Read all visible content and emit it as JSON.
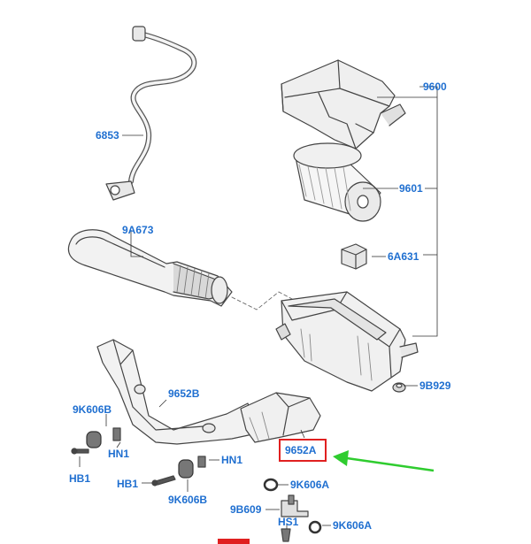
{
  "colors": {
    "label": "#1f6fd0",
    "line": "#333333",
    "highlight": "#e02020",
    "arrow": "#2fcc2f",
    "part_stroke": "#444444",
    "part_fill": "#f2f2f2",
    "part_shade": "#d0d0d0"
  },
  "labels": {
    "p9600": "9600",
    "p6853": "6853",
    "p9601": "9601",
    "p9A673": "9A673",
    "p6A631": "6A631",
    "p9B929": "9B929",
    "p9652B": "9652B",
    "p9K606B_left": "9K606B",
    "p9652A": "9652A",
    "pHN1_left": "HN1",
    "pHN1_right": "HN1",
    "pHB1_left": "HB1",
    "pHB1_right": "HB1",
    "p9K606B_bottom": "9K606B",
    "p9K606A_top": "9K606A",
    "p9B609": "9B609",
    "pHS1": "HS1",
    "p9K606A_bottom": "9K606A"
  },
  "highlight": {
    "part": "9652A"
  }
}
